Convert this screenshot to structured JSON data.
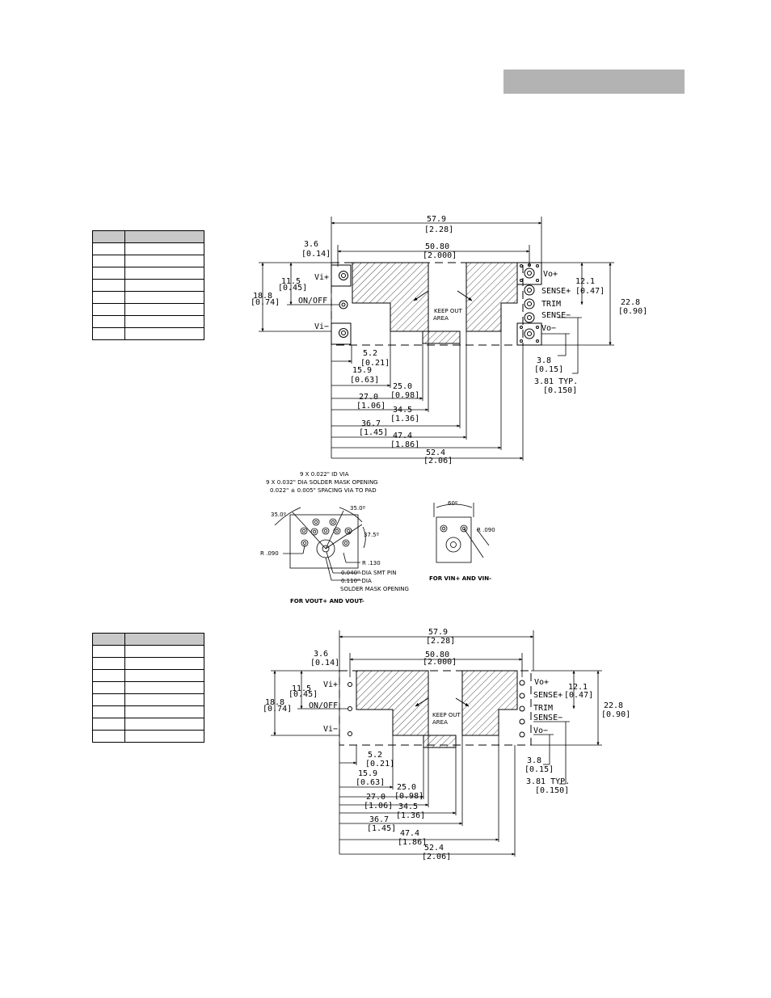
{
  "top_drawing": {
    "overall_width": "57.9",
    "overall_width_in": "[2.28]",
    "left_offset": "3.6",
    "left_offset_in": "[0.14]",
    "pin_span": "50.80",
    "pin_span_in": "[2.000]",
    "left_height": "18.8",
    "left_height_in": "[0.74]",
    "left_pitch": "11.5",
    "left_pitch_in": "[0.45]",
    "right_pitch": "12.1",
    "right_pitch_in": "[0.47]",
    "right_height": "22.8",
    "right_height_in": "[0.90]",
    "pin_labels": {
      "vi_plus": "Vi+",
      "on_off": "ON/OFF",
      "vi_minus": "Vi−",
      "vo_plus": "Vo+",
      "sense_plus": "SENSE+",
      "trim": "TRIM",
      "sense_minus": "SENSE−",
      "vo_minus": "Vo−"
    },
    "keepout_1": "KEEP OUT",
    "keepout_2": "AREA",
    "d_5_2": "5.2",
    "d_5_2_in": "[0.21]",
    "d_15_9": "15.9",
    "d_15_9_in": "[0.63]",
    "d_25_0": "25.0",
    "d_25_0_in": "[0.98]",
    "d_27_0": "27.0",
    "d_27_0_in": "[1.06]",
    "d_34_5": "34.5",
    "d_34_5_in": "[1.36]",
    "d_36_7": "36.7",
    "d_36_7_in": "[1.45]",
    "d_47_4": "47.4",
    "d_47_4_in": "[1.86]",
    "d_52_4": "52.4",
    "d_52_4_in": "[2.06]",
    "d_3_8": "3.8",
    "d_3_8_in": "[0.15]",
    "d_3_81": "3.81 TYP.",
    "d_3_81_in": "[0.150]"
  },
  "pad_detail": {
    "note_1": "9 X 0.022\" ID VIA",
    "note_2": "9 X 0.032\" DIA SOLDER MASK OPENING",
    "note_3": "0.022\" ± 0.005\" SPACING VIA TO PAD",
    "angle_35_left": "35.0º",
    "angle_35_right": "35.0º",
    "angle_37_5": "37.5º",
    "r_090": "R .090",
    "r_130": "R .130",
    "smt_pin": "0.040\" DIA SMT PIN",
    "mask_1": "0.110\" DIA",
    "mask_2": "SOLDER MASK OPENING",
    "caption_vout": "FOR VOUT+ AND VOUT-",
    "angle_60": "60º",
    "r_090_vin": "R .090",
    "caption_vin": "FOR VIN+ AND VIN-"
  }
}
